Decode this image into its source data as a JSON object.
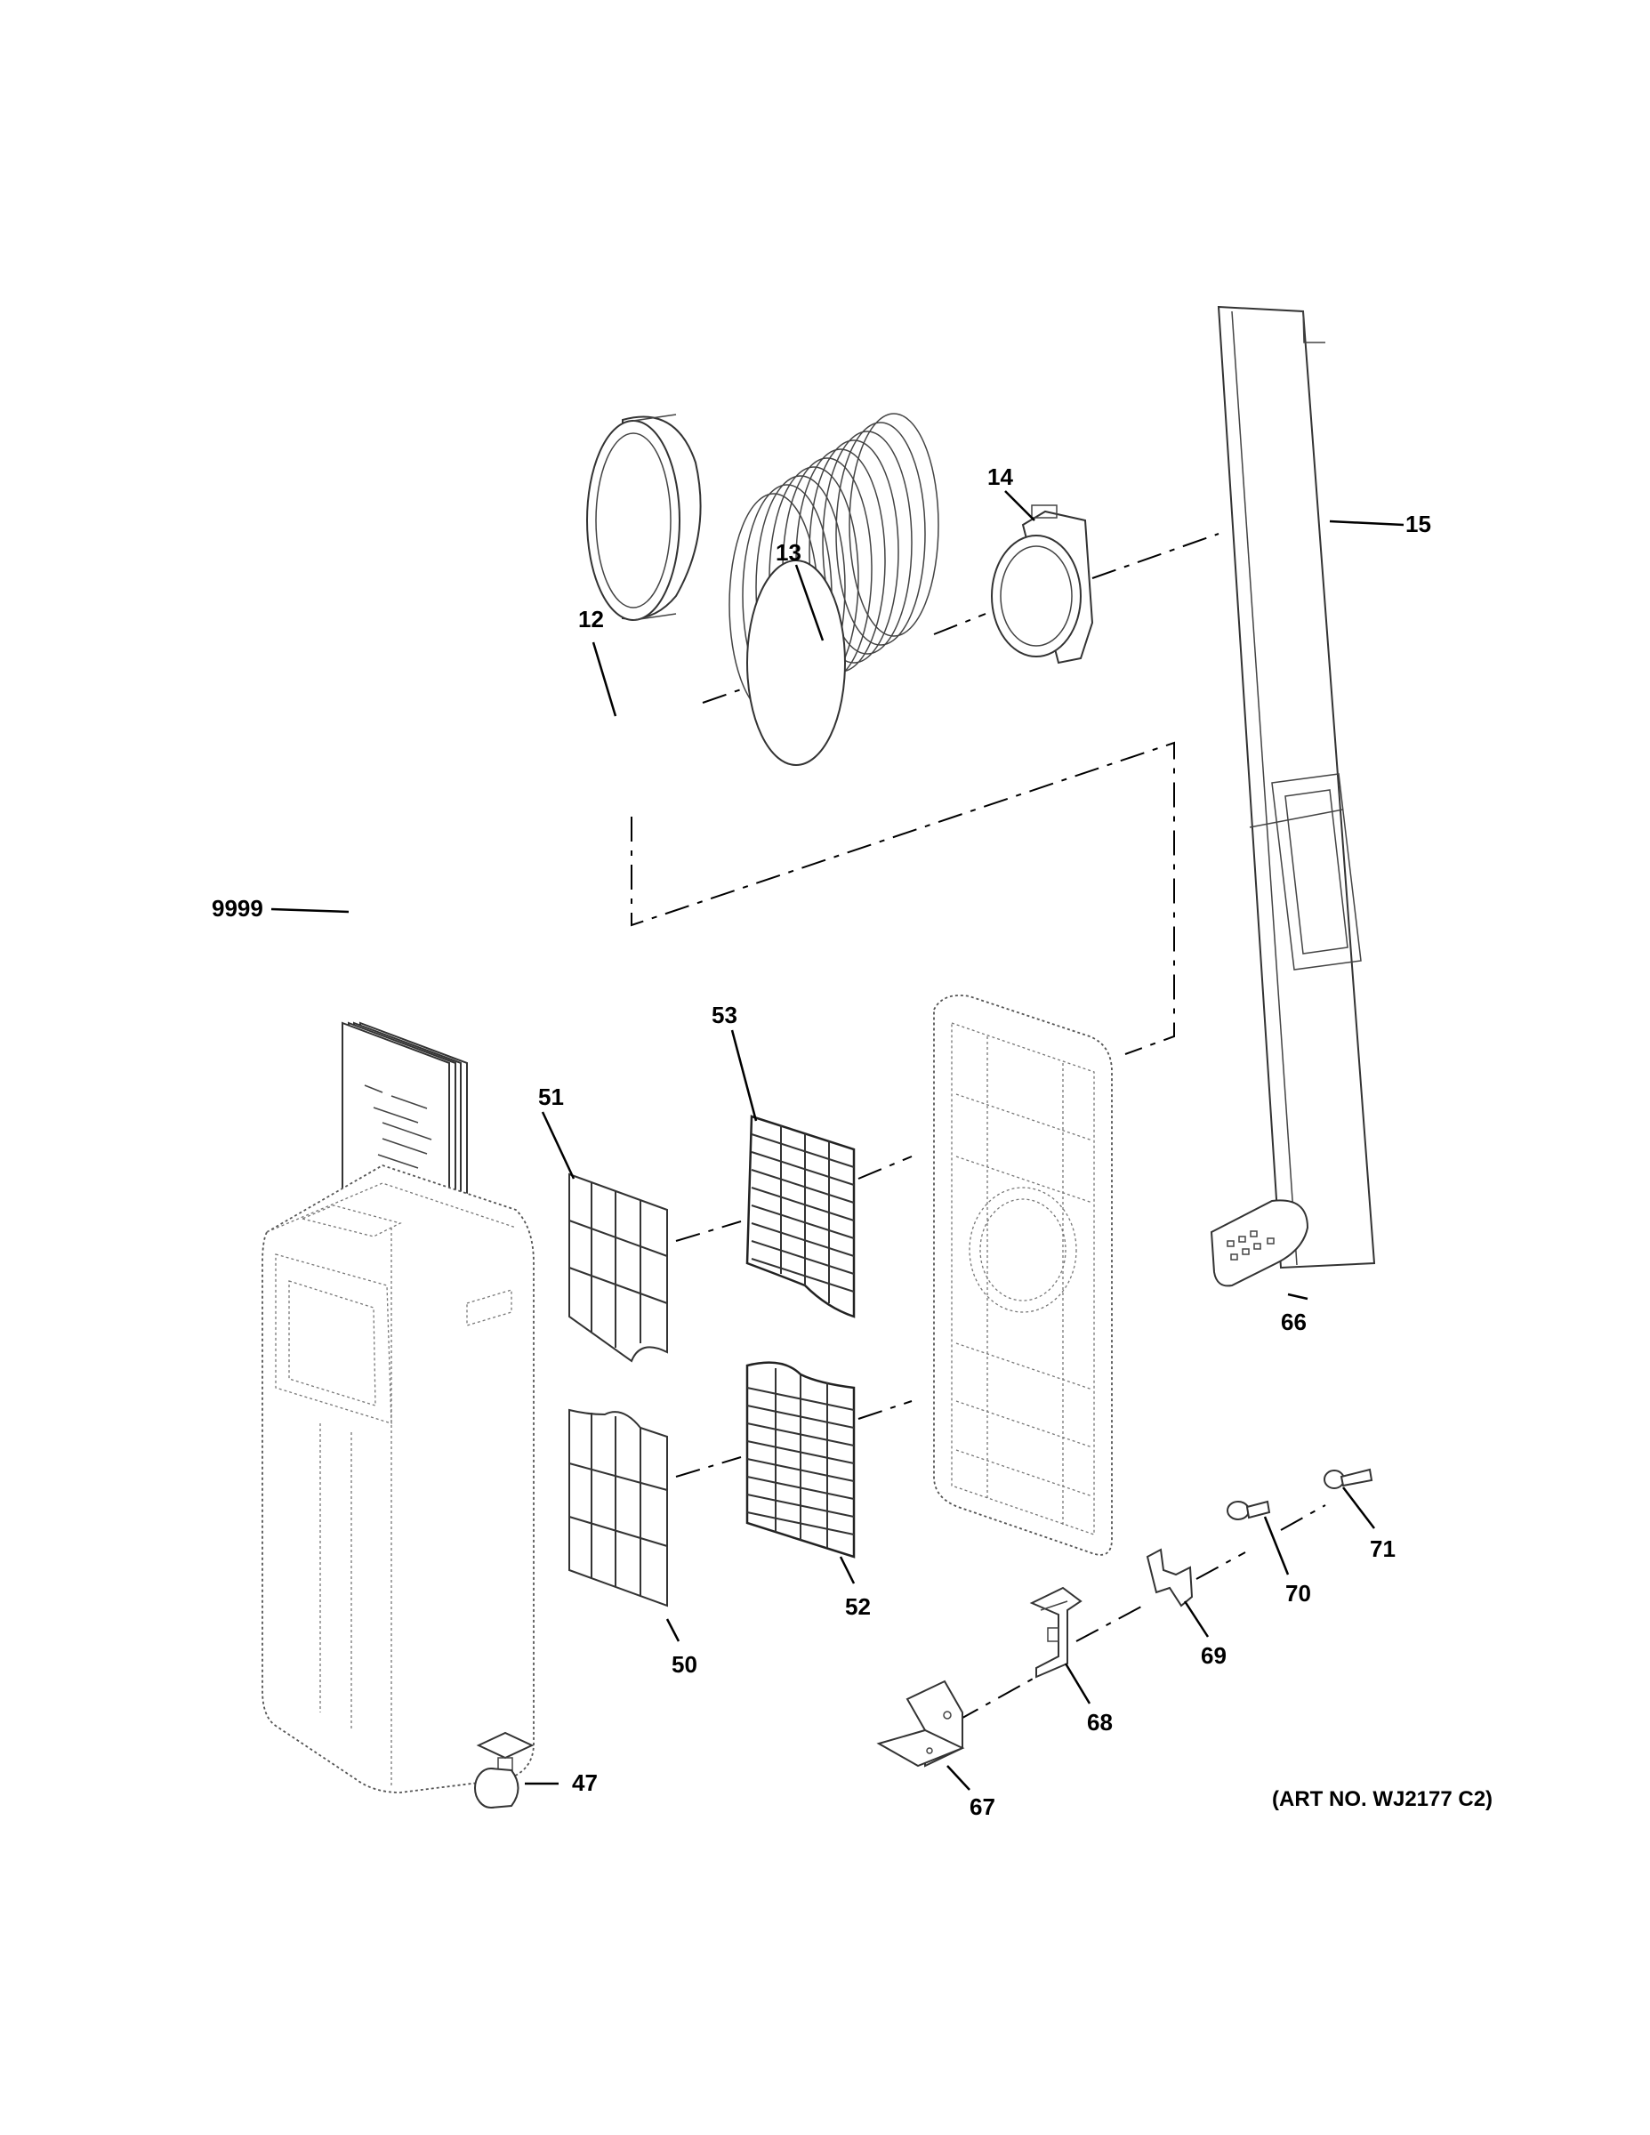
{
  "diagram": {
    "labels": {
      "p12": "12",
      "p13": "13",
      "p14": "14",
      "p15": "15",
      "p9999": "9999",
      "p51": "51",
      "p53": "53",
      "p50": "50",
      "p52": "52",
      "p66": "66",
      "p47": "47",
      "p67": "67",
      "p68": "68",
      "p69": "69",
      "p70": "70",
      "p71": "71"
    },
    "art_number": "(ART NO. WJ2177 C2)"
  },
  "colors": {
    "line": "#000000",
    "part_stroke": "#333333",
    "background": "#ffffff"
  }
}
